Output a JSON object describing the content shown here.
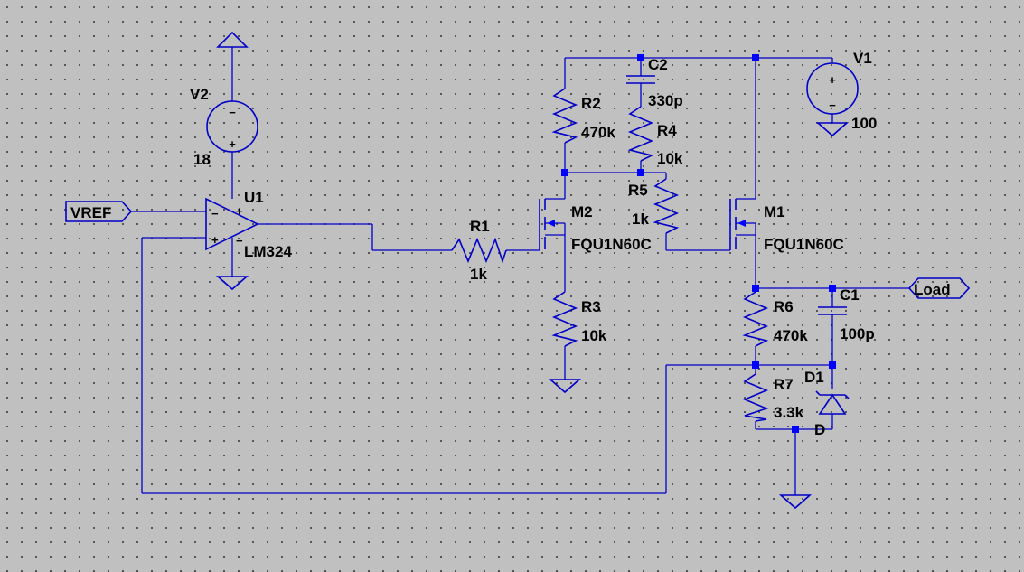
{
  "components": {
    "v1": {
      "ref": "V1",
      "value": "100"
    },
    "v2": {
      "ref": "V2",
      "value": "18"
    },
    "u1": {
      "ref": "U1",
      "model": "LM324"
    },
    "r1": {
      "ref": "R1",
      "value": "1k"
    },
    "r2": {
      "ref": "R2",
      "value": "470k"
    },
    "r3": {
      "ref": "R3",
      "value": "10k"
    },
    "r4": {
      "ref": "R4",
      "value": "10k"
    },
    "r5": {
      "ref": "R5",
      "value": "1k"
    },
    "r6": {
      "ref": "R6",
      "value": "470k"
    },
    "r7": {
      "ref": "R7",
      "value": "3.3k"
    },
    "c1": {
      "ref": "C1",
      "value": "100p"
    },
    "c2": {
      "ref": "C2",
      "value": "330p"
    },
    "m1": {
      "ref": "M1",
      "model": "FQU1N60C"
    },
    "m2": {
      "ref": "M2",
      "model": "FQU1N60C"
    },
    "d1": {
      "ref": "D1",
      "model": "D"
    }
  },
  "ports": {
    "vref": "VREF",
    "load": "Load"
  },
  "opamp_pins": {
    "plus": "+",
    "minus": "−"
  },
  "source_signs": {
    "plus": "+",
    "minus": "−"
  },
  "colors": {
    "wire": "#0000c8",
    "junction": "#0000ff",
    "background": "#c0c0c0",
    "grid_dot": "#3c3c3c"
  }
}
